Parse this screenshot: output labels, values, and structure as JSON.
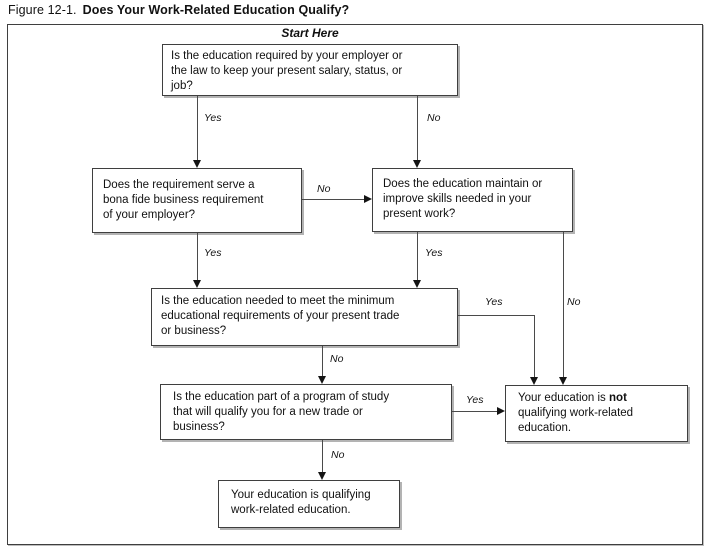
{
  "figure": {
    "label": "Figure 12-1.",
    "title": "Does Your Work-Related Education Qualify?"
  },
  "start_here": "Start Here",
  "labels": {
    "yes": "Yes",
    "no": "No"
  },
  "boxes": {
    "q_required": "Is the education required by your employer or\nthe law to keep your present salary, status, or\njob?",
    "q_bona_fide": "Does the requirement serve a\nbona fide business requirement\nof your employer?",
    "q_maintain": "Does the education maintain or\nimprove skills needed in your\npresent work?",
    "q_minimum": "Is the education needed to meet the minimum\neducational requirements of your present trade\nor business?",
    "q_new_trade": "Is the education part of a program of study\nthat will qualify you for a new trade or\nbusiness?",
    "not_qualifying": {
      "pre": "Your education is ",
      "emphasis": "not",
      "post": "\nqualifying work-related\neducation."
    },
    "qualifying": "Your education is qualifying\nwork-related education."
  }
}
